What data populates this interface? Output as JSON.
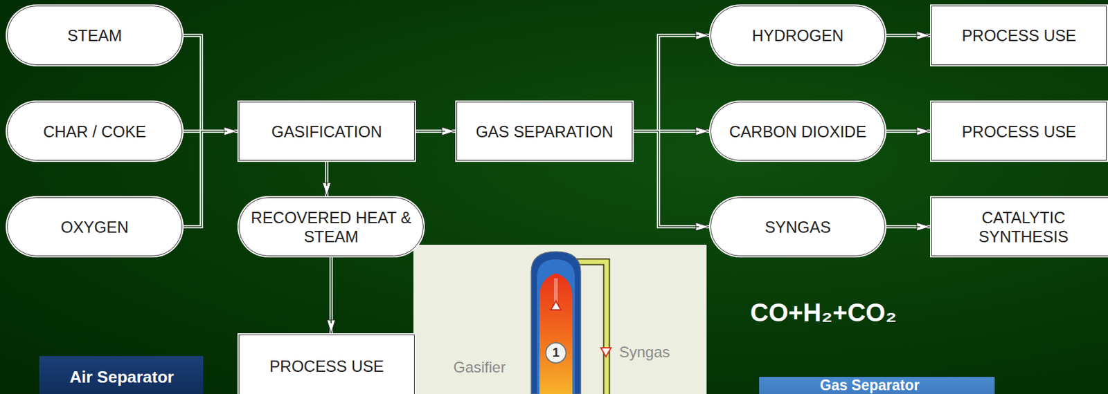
{
  "diagram": {
    "nodes": [
      {
        "text": [
          "STEAM"
        ]
      },
      {
        "text": [
          "CHAR / COKE"
        ]
      },
      {
        "text": [
          "OXYGEN"
        ]
      },
      {
        "text": [
          "GASIFICATION"
        ]
      },
      {
        "text": [
          "RECOVERED HEAT & STEAM"
        ]
      },
      {
        "text": [
          "PROCESS USE"
        ]
      },
      {
        "text": [
          "GAS SEPARATION"
        ]
      },
      {
        "text": [
          "HYDROGEN"
        ]
      },
      {
        "text": [
          "CARBON DIOXIDE"
        ]
      },
      {
        "text": [
          "SYNGAS"
        ]
      },
      {
        "text": [
          "PROCESS USE"
        ]
      },
      {
        "text": [
          "PROCESS USE"
        ]
      },
      {
        "text": [
          "CATALYTIC SYNTHESIS"
        ]
      },
      {
        "text": [
          "Air Separator"
        ]
      },
      {
        "text": [
          "Gas Separator"
        ]
      }
    ],
    "edges": [
      {
        "from": 0,
        "to": 3,
        "arrow": "to"
      },
      {
        "from": 1,
        "to": 3,
        "arrow": "to"
      },
      {
        "from": 2,
        "to": 3,
        "arrow": "to"
      },
      {
        "from": 3,
        "to": 6,
        "arrow": "to"
      },
      {
        "from": 3,
        "to": 4,
        "arrow": "to"
      },
      {
        "from": 4,
        "to": 5,
        "arrow": "to"
      },
      {
        "from": 6,
        "to": 7,
        "arrow": "to"
      },
      {
        "from": 6,
        "to": 8,
        "arrow": "to"
      },
      {
        "from": 6,
        "to": 9,
        "arrow": "to"
      },
      {
        "from": 7,
        "to": 10,
        "arrow": "to"
      },
      {
        "from": 8,
        "to": 11,
        "arrow": "to"
      },
      {
        "from": 9,
        "to": 12,
        "arrow": "to"
      }
    ],
    "labels": [
      "CO+H₂+CO₂",
      "Gasifier",
      "Syngas",
      "1"
    ]
  }
}
